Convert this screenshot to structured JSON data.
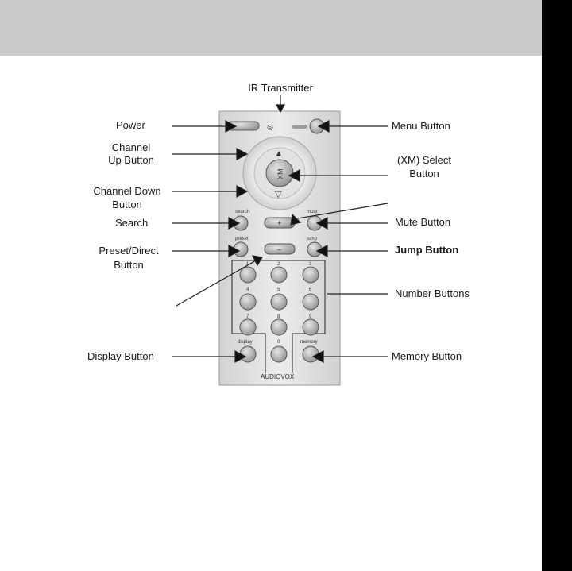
{
  "labels": {
    "ir_transmitter": "IR Transmitter",
    "power": "Power",
    "channel_up_1": "Channel",
    "channel_up_2": "Up Button",
    "channel_down_1": "Channel Down",
    "channel_down_2": "Button",
    "search": "Search",
    "preset_direct_1": "Preset/Direct",
    "preset_direct_2": "Button",
    "display_button": "Display Button",
    "menu_button": "Menu Button",
    "xm_select_1": "(XM) Select",
    "xm_select_2": "Button",
    "mute_button": "Mute Button",
    "jump_button": "Jump Button",
    "number_buttons": "Number Buttons",
    "memory_button": "Memory Button"
  },
  "remote": {
    "brand": "AUDIOVOX",
    "button_texts": {
      "search": "search",
      "mute": "mute",
      "preset": "preset",
      "jump": "jump",
      "display": "display",
      "memory": "memory",
      "plus": "+",
      "minus": "–",
      "xm": "XM",
      "up": "▲",
      "down": "▽",
      "power_sym": "◎",
      "n1": "1",
      "n2": "2",
      "n3": "3",
      "n4": "4",
      "n5": "5",
      "n6": "6",
      "n7": "7",
      "n8": "8",
      "n9": "9",
      "n0": "0"
    }
  },
  "colors": {
    "header": "#c9c9c9",
    "side_bar": "#000000",
    "remote_body": "#e4e4e4",
    "button": "#bdbdbd"
  }
}
